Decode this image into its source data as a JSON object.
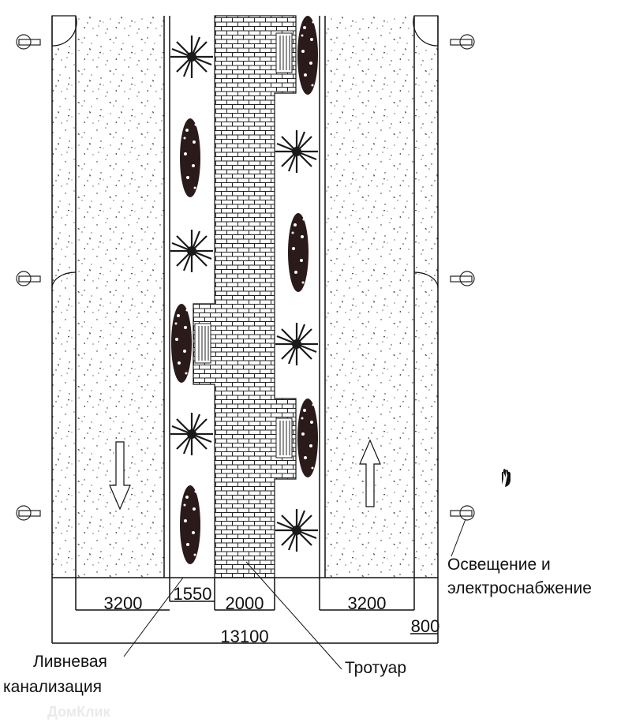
{
  "dimensions": {
    "left_lane": "3200",
    "green_strip": "1550",
    "sidewalk": "2000",
    "right_lane": "3200",
    "total": "13100",
    "shoulder": "800"
  },
  "labels": {
    "lighting_line1": "Освещение и",
    "lighting_line2": "электроснабжение",
    "drainage_line1": "Ливневая",
    "drainage_line2": "канализация",
    "sidewalk": "Тротуар"
  },
  "watermark": "ДомКлик",
  "colors": {
    "line": "#111111",
    "foliage": "#2a1a1a",
    "background": "#ffffff"
  }
}
